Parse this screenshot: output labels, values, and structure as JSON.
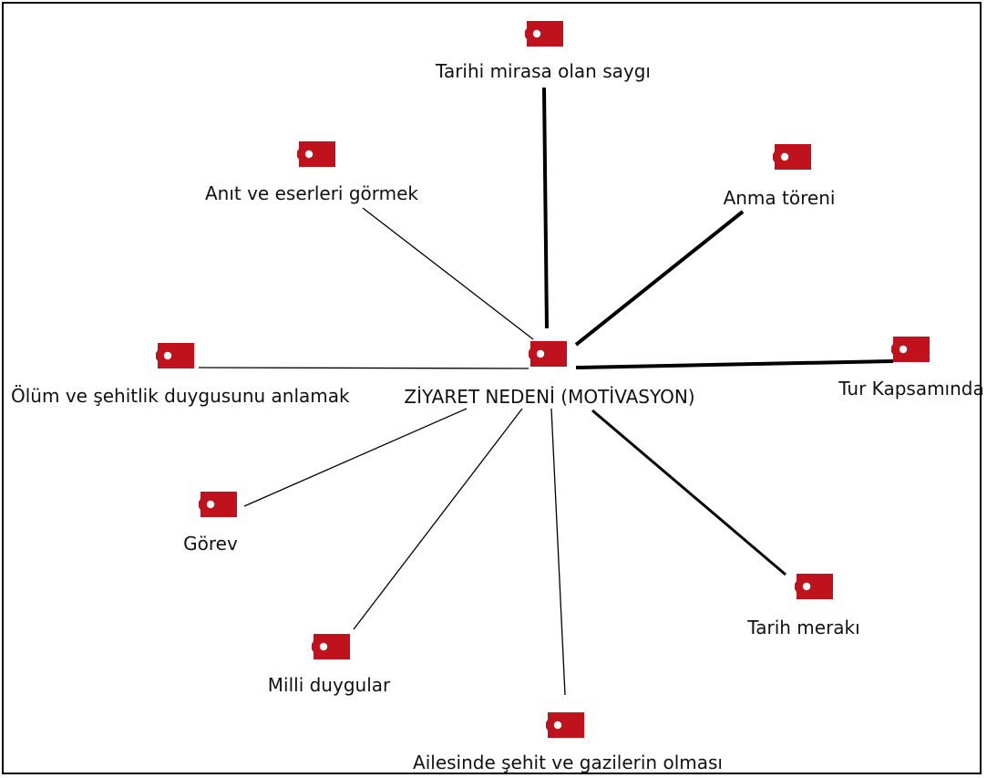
{
  "center": {
    "label": "ZİYARET NEDENİ (MOTİVASYON)"
  },
  "nodes": [
    {
      "id": "tarihi-miras",
      "label": "Tarihi mirasa olan saygı",
      "weight": "strong"
    },
    {
      "id": "anma-toreni",
      "label": "Anma töreni",
      "weight": "strong"
    },
    {
      "id": "tur-kapsaminda",
      "label": "Tur Kapsamında",
      "weight": "strong"
    },
    {
      "id": "tarih-meraki",
      "label": "Tarih merakı",
      "weight": "strong"
    },
    {
      "id": "ailesinde-sehit",
      "label": "Ailesinde şehit ve gazilerin olması",
      "weight": "weak"
    },
    {
      "id": "milli-duygular",
      "label": "Milli duygular",
      "weight": "weak"
    },
    {
      "id": "gorev",
      "label": "Görev",
      "weight": "weak"
    },
    {
      "id": "olum-sehitlik",
      "label": "Ölüm ve şehitlik duygusunu anlamak",
      "weight": "weak"
    },
    {
      "id": "anit-eserler",
      "label": "Anıt ve eserleri görmek",
      "weight": "weak"
    }
  ],
  "colors": {
    "icon": "#c0121c",
    "line": "#000000"
  },
  "icon_name": "tag-icon"
}
